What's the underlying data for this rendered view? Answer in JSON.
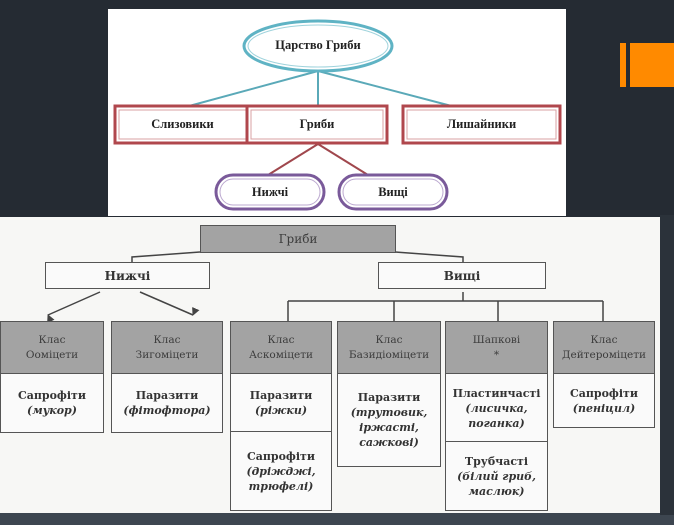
{
  "top_diagram": {
    "root": "Царство Гриби",
    "level1": [
      "Слизовики",
      "Гриби",
      "Лишайники"
    ],
    "level2": [
      "Нижчі",
      "Вищі"
    ],
    "colors": {
      "root_border": "#5fb3c4",
      "level1_border": "#b0474d",
      "level2_border": "#7a5a9a",
      "root_lines": "#5aa9b8",
      "level1_lines": "#a0474d"
    }
  },
  "bottom_diagram": {
    "root": "Гриби",
    "branches": [
      {
        "label": "Нижчі",
        "classes": [
          {
            "title_line1": "Клас",
            "title_line2": "Ооміцети",
            "groups": [
              {
                "name": "Сапрофіти",
                "examples": [
                  "(мукор)"
                ]
              }
            ]
          },
          {
            "title_line1": "Клас",
            "title_line2": "Зигоміцети",
            "groups": [
              {
                "name": "Паразити",
                "examples": [
                  "(фітофтора)"
                ]
              }
            ]
          }
        ]
      },
      {
        "label": "Вищі",
        "classes": [
          {
            "title_line1": "Клас",
            "title_line2": "Аскоміцети",
            "groups": [
              {
                "name": "Паразити",
                "examples": [
                  "(ріжки)"
                ]
              },
              {
                "name": "Сапрофіти",
                "examples": [
                  "(дріжджі,",
                  "трюфелі)"
                ]
              }
            ]
          },
          {
            "title_line1": "Клас",
            "title_line2": "Базидіоміцети",
            "groups": [
              {
                "name": "Паразити",
                "examples": [
                  "(трутовик,",
                  "іржасті,",
                  "сажкові)"
                ]
              }
            ]
          },
          {
            "title_line1": "Шапкові",
            "title_line2": "*",
            "groups": [
              {
                "name": "Пластинчасті",
                "examples": [
                  "(лисичка,",
                  "поганка)"
                ]
              },
              {
                "name": "Трубчасті",
                "examples": [
                  "(білий гриб,",
                  "маслюк)"
                ]
              }
            ]
          },
          {
            "title_line1": "Клас",
            "title_line2": "Дейтероміцети",
            "groups": [
              {
                "name": "Сапрофіти",
                "examples": [
                  "(пеніцил)"
                ]
              }
            ]
          }
        ]
      }
    ]
  },
  "theme": {
    "background": "#252b33",
    "accent": "#ff8a00"
  }
}
